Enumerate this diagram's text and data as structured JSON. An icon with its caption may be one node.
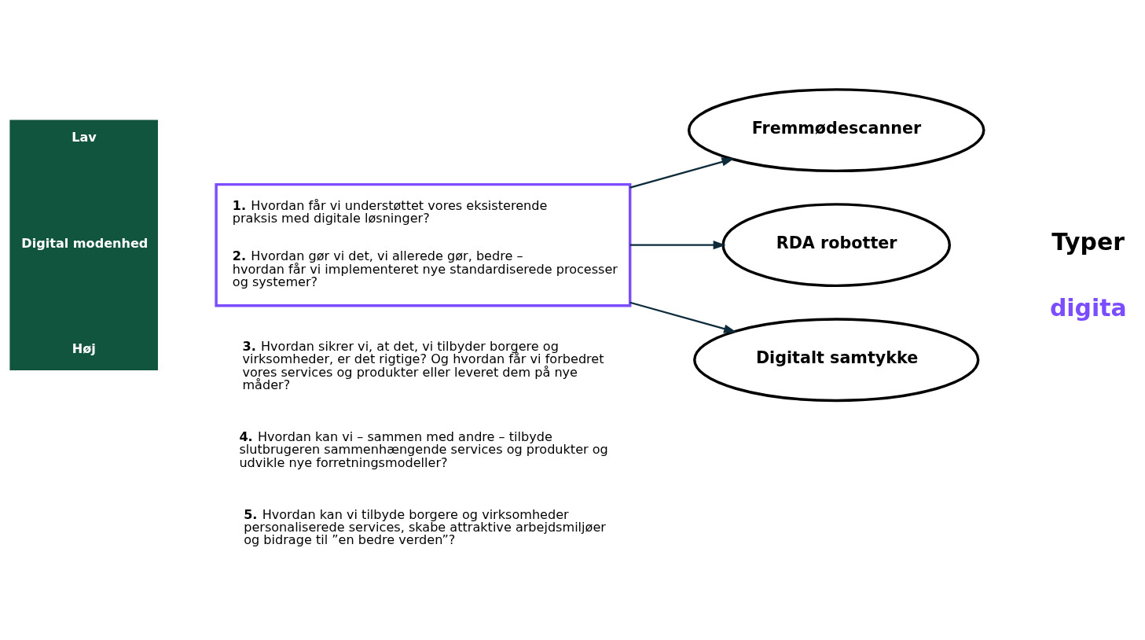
{
  "diagram": {
    "nodes": [
      {
        "text": [
          "Lav",
          "Digital modenhed",
          "Høj"
        ]
      },
      {
        "text": [
          "**1.** Hvordan får vi understøttet vores eksisterende praksis med digitale løsninger?",
          "**2.** Hvordan gør vi det, vi allerede gør, bedre – hvordan får vi implementeret nye standardiserede processer og systemer?"
        ]
      },
      {
        "text": [
          "Fremmødescanner"
        ]
      },
      {
        "text": [
          "RDA robotter"
        ]
      },
      {
        "text": [
          "Digitalt samtykke"
        ]
      }
    ],
    "edges": [
      {
        "from": 1,
        "to": 2,
        "arrow": "to"
      },
      {
        "from": 1,
        "to": 3,
        "arrow": "to"
      },
      {
        "from": 1,
        "to": 4,
        "arrow": "to"
      }
    ],
    "labels": [
      "**3.** Hvordan sikrer vi, at det, vi tilbyder borgere og virksomheder, er det rigtige? Og hvordan får vi forbedret vores services og produkter eller leveret dem på nye måder?",
      "**4.** Hvordan kan vi – sammen med andre – tilbyde slutbrugeren sammenhængende services og produkter og udvikle nye forretningsmodeller?",
      "**5.** Hvordan kan vi tilbyde borgere og virksomheder personaliserede services, skabe attraktive arbejdsmiljøer og bidrage til ”en bedre verden”?",
      "Typer",
      "digita"
    ]
  }
}
